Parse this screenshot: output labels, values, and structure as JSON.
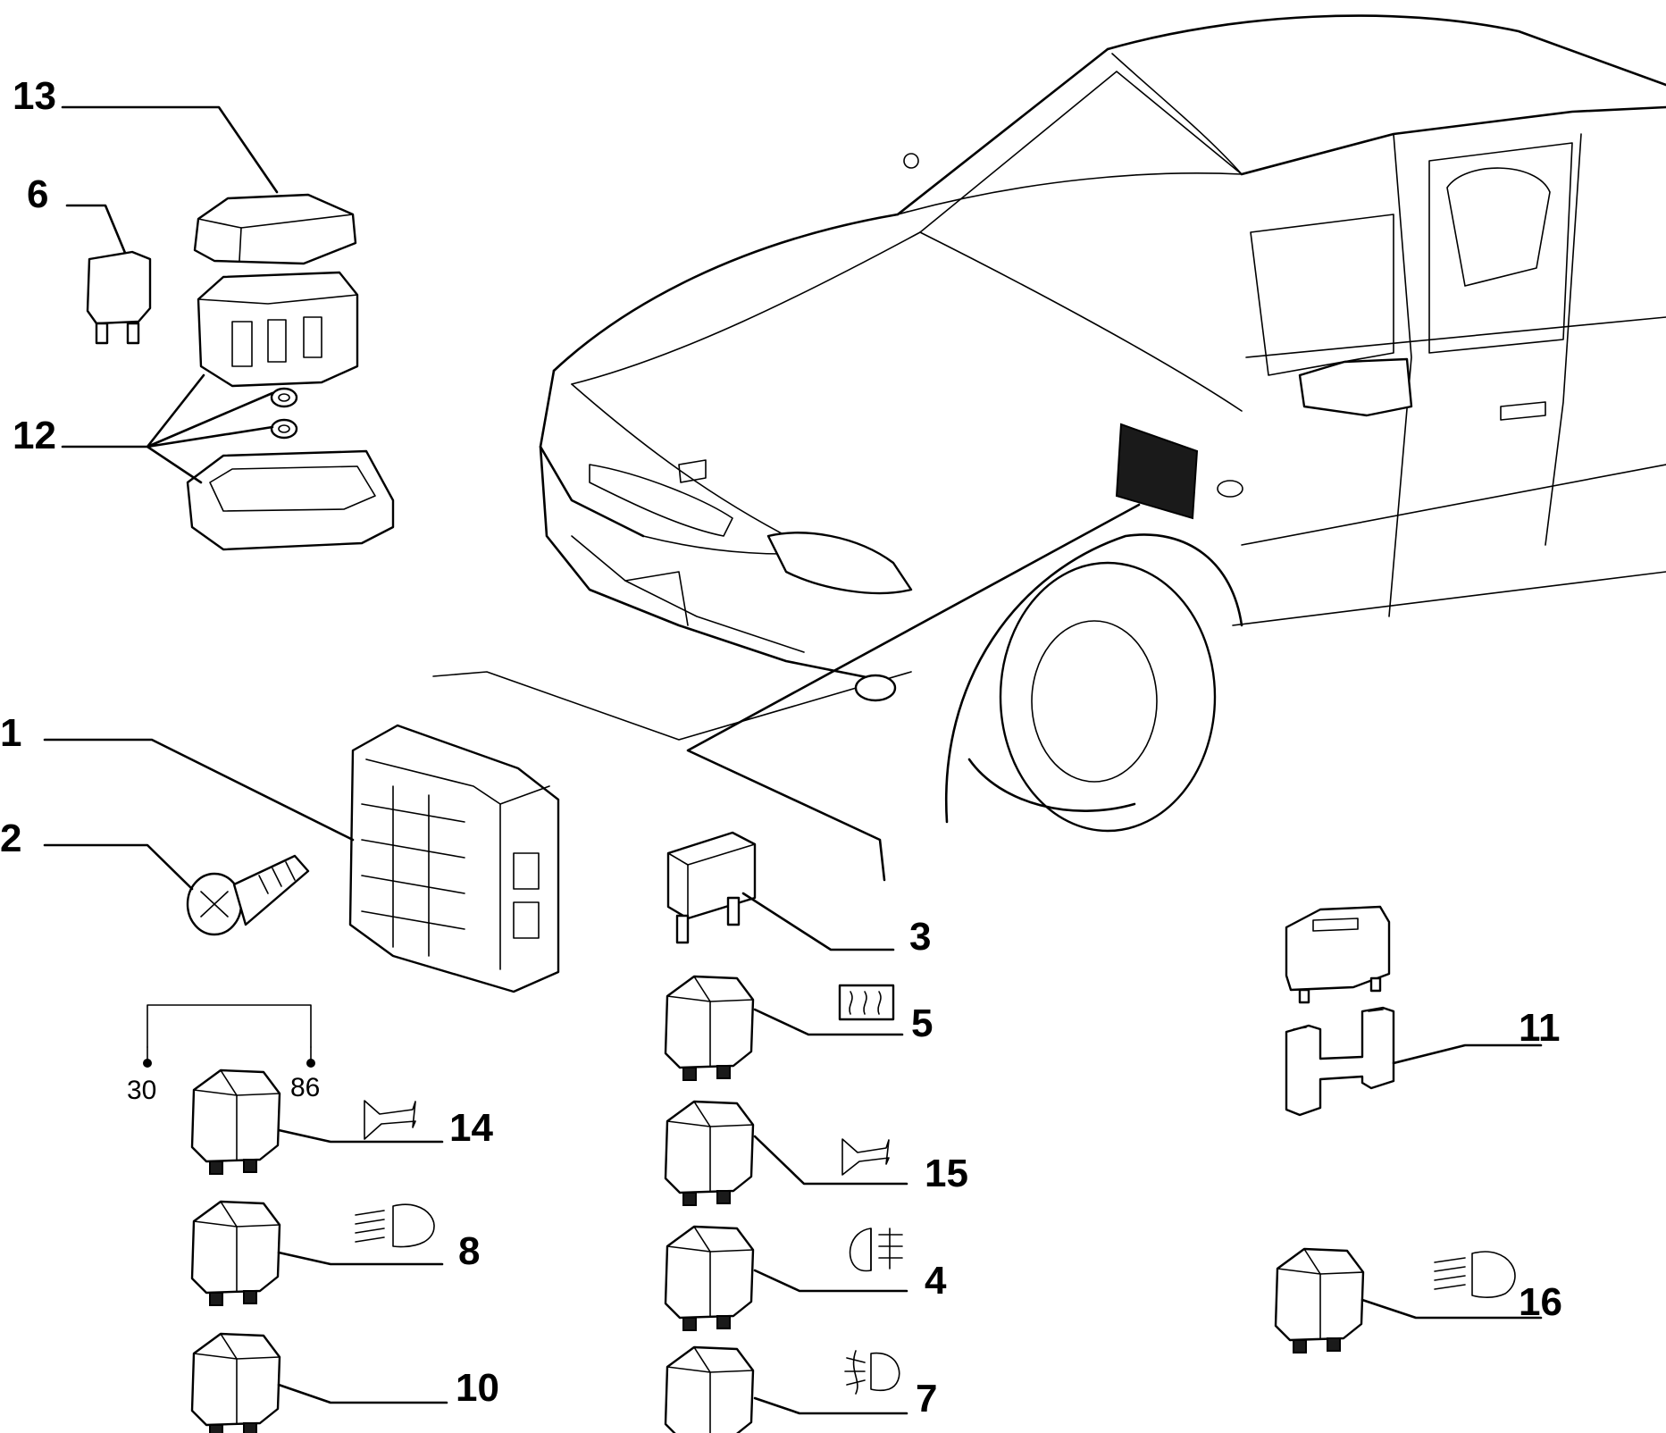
{
  "labels": {
    "l1": "1",
    "l2": "2",
    "l3": "3",
    "l4": "4",
    "l5": "5",
    "l6": "6",
    "l7": "7",
    "l8": "8",
    "l10": "10",
    "l11": "11",
    "l12": "12",
    "l13": "13",
    "l14": "14",
    "l15": "15",
    "l16": "16"
  },
  "pins": {
    "p30": "30",
    "p86": "86"
  },
  "icons": {
    "rear_defrost": "rear-defrost-icon",
    "horn": "horn-icon",
    "high_beam": "high-beam-icon",
    "rear_fog": "rear-fog-icon",
    "front_fog": "front-fog-icon"
  }
}
